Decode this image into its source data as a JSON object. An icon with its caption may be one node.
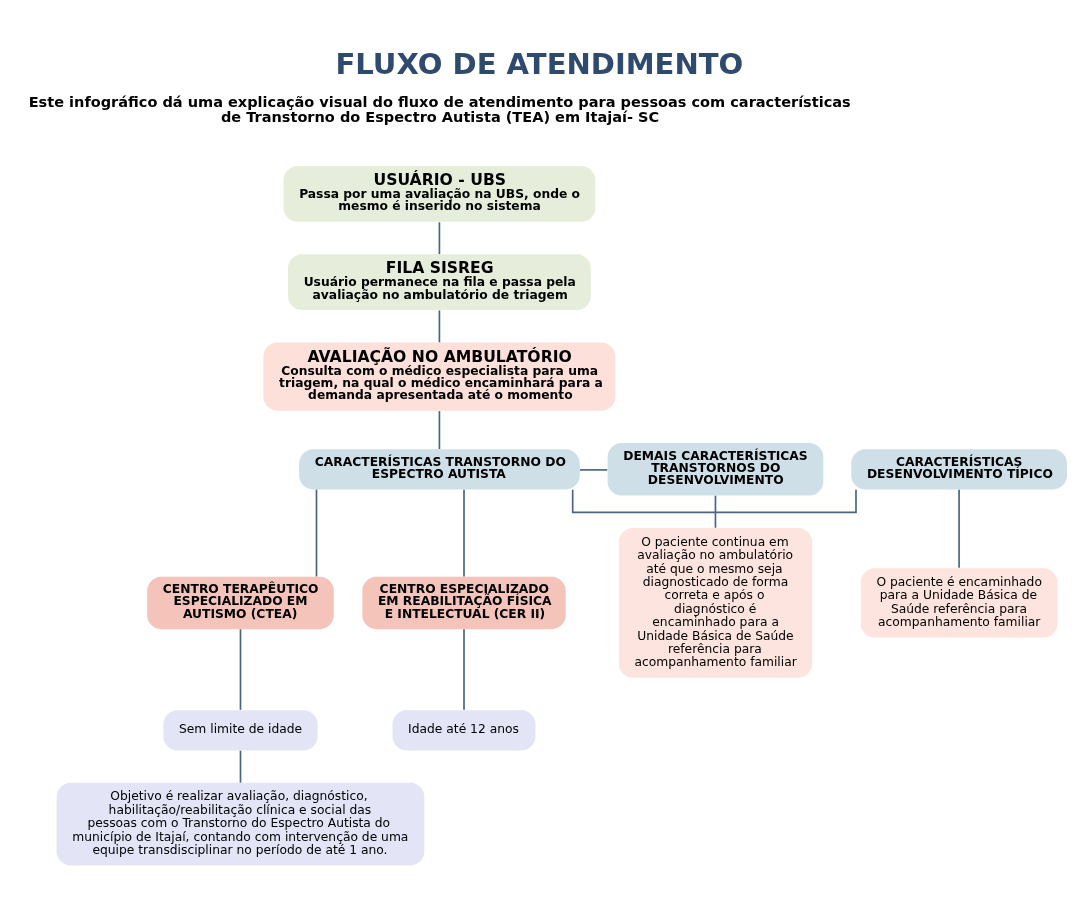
{
  "diagram": {
    "title": "FLUXO DE ATENDIMENTO",
    "nodes": [
      {
        "text": [
          "USUÁRIO - UBS",
          "Passa por uma avaliação na UBS, onde o mesmo é inserido no sistema"
        ]
      },
      {
        "text": [
          "FILA SISREG",
          "Usuário permanece na fila e passa pela avaliação no ambulatório de triagem"
        ]
      },
      {
        "text": [
          "AVALIAÇÃO NO AMBULATÓRIO",
          "Consulta com o médico especialista para uma triagem, na qual o médico encaminhará para a demanda apresentada até o momento"
        ]
      },
      {
        "text": [
          "CARACTERÍSTICAS DESENVOLVIMENTO TÍPICO"
        ]
      },
      {
        "text": [
          "CARACTERÍSTICAS TRANSTORNO DO ESPECTRO AUTISTA"
        ]
      },
      {
        "text": [
          "DEMAIS CARACTERÍSTICAS TRANSTORNOS DO DESENVOLVIMENTO"
        ]
      },
      {
        "text": [
          "O paciente é encaminhado para a Unidade Básica de Saúde referência para acompanhamento familiar"
        ]
      },
      {
        "text": [
          "CENTRO TERAPÊUTICO ESPECIALIZADO EM AUTISMO (CTEA)"
        ]
      },
      {
        "text": [
          "CENTRO ESPECIALIZADO EM REABILITAÇÃO FÍSICA E INTELECTUAL (CER II)"
        ]
      },
      {
        "text": [
          "O paciente continua em avaliação no ambulatório até que o mesmo seja diagnosticado de forma correta e após o diagnóstico é encaminhado para a Unidade Básica de Saúde referência para acompanhamento familiar"
        ]
      },
      {
        "text": [
          "Sem limite de idade"
        ]
      },
      {
        "text": [
          "Idade até 12 anos"
        ]
      },
      {
        "text": [
          "Objetivo é realizar avaliação, diagnóstico, habilitação/reabilitação clínica e social das pessoas com o Transtorno do Espectro Autista do município de Itajaí, contando com intervenção de uma equipe transdisciplinar no período de até 1 ano."
        ]
      }
    ],
    "edges": [
      {
        "from": 0,
        "to": 1,
        "arrow": "none"
      },
      {
        "from": 1,
        "to": 2,
        "arrow": "none"
      },
      {
        "from": 2,
        "to": 4,
        "arrow": "none"
      },
      {
        "from": 4,
        "to": 3,
        "arrow": "none"
      },
      {
        "from": 4,
        "to": 5,
        "arrow": "none"
      },
      {
        "from": 3,
        "to": 6,
        "arrow": "none"
      },
      {
        "from": 4,
        "to": 7,
        "arrow": "none"
      },
      {
        "from": 4,
        "to": 8,
        "arrow": "none"
      },
      {
        "from": 5,
        "to": 9,
        "arrow": "none"
      },
      {
        "from": 7,
        "to": 10,
        "arrow": "none"
      },
      {
        "from": 8,
        "to": 11,
        "arrow": "none"
      },
      {
        "from": 10,
        "to": 12,
        "arrow": "none"
      }
    ],
    "labels": [
      "Este infográfico dá uma explicação visual do fluxo de atendimento para pessoas com características de Transtorno do Espectro Autista (TEA) em Itajaí- SC"
    ]
  }
}
